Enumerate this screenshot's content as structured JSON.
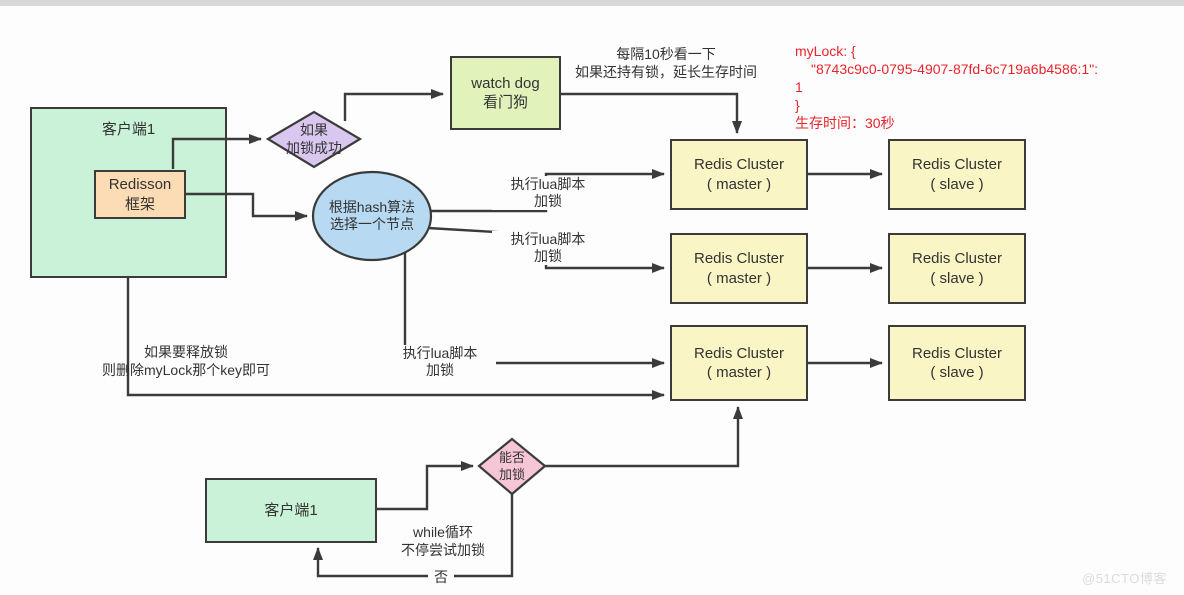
{
  "colors": {
    "client_fill": "#c9f2d9",
    "redisson_fill": "#fbdcb4",
    "decision_lock_success_fill": "#d9c7ef",
    "watchdog_fill": "#e2f2bb",
    "redis_fill": "#faf5c5",
    "hash_fill": "#b7daf2",
    "decision_can_lock_fill": "#f7c6d6",
    "line": "#3b3b3b",
    "annotation_red": "#e8252c",
    "watermark_gray": "#dcdcdc"
  },
  "nodes": {
    "client1": {
      "label": "客户端1"
    },
    "redisson": {
      "line1": "Redisson",
      "line2": "框架"
    },
    "decision_lock_success": {
      "line1": "如果",
      "line2": "加锁成功"
    },
    "watchdog": {
      "line1": "watch dog",
      "line2": "看门狗"
    },
    "hash_select": {
      "line1": "根据hash算法",
      "line2": "选择一个节点"
    },
    "redis_master": {
      "line1": "Redis Cluster",
      "line2": "( master )"
    },
    "redis_slave": {
      "line1": "Redis Cluster",
      "line2": "( slave )"
    },
    "client2": {
      "label": "客户端1"
    },
    "decision_can_lock": {
      "line1": "能否",
      "line2": "加锁"
    }
  },
  "annotations": {
    "watchdog_interval": {
      "line1": "每隔10秒看一下",
      "line2": "如果还持有锁，延长生存时间"
    },
    "mylock": {
      "line1": "myLock: {",
      "line2": "\"8743c9c0-0795-4907-87fd-6c719a6b4586:1\":",
      "line3": "1",
      "line4": "}",
      "line5": "生存时间：30秒"
    },
    "lua_script": {
      "line1": "执行lua脚本",
      "line2": "加锁"
    },
    "release_lock": {
      "line1": "如果要释放锁",
      "line2": "则删除myLock那个key即可"
    },
    "while_retry": {
      "line1": "while循环",
      "line2": "不停尝试加锁"
    },
    "no": "否",
    "watermark": "@51CTO博客"
  }
}
